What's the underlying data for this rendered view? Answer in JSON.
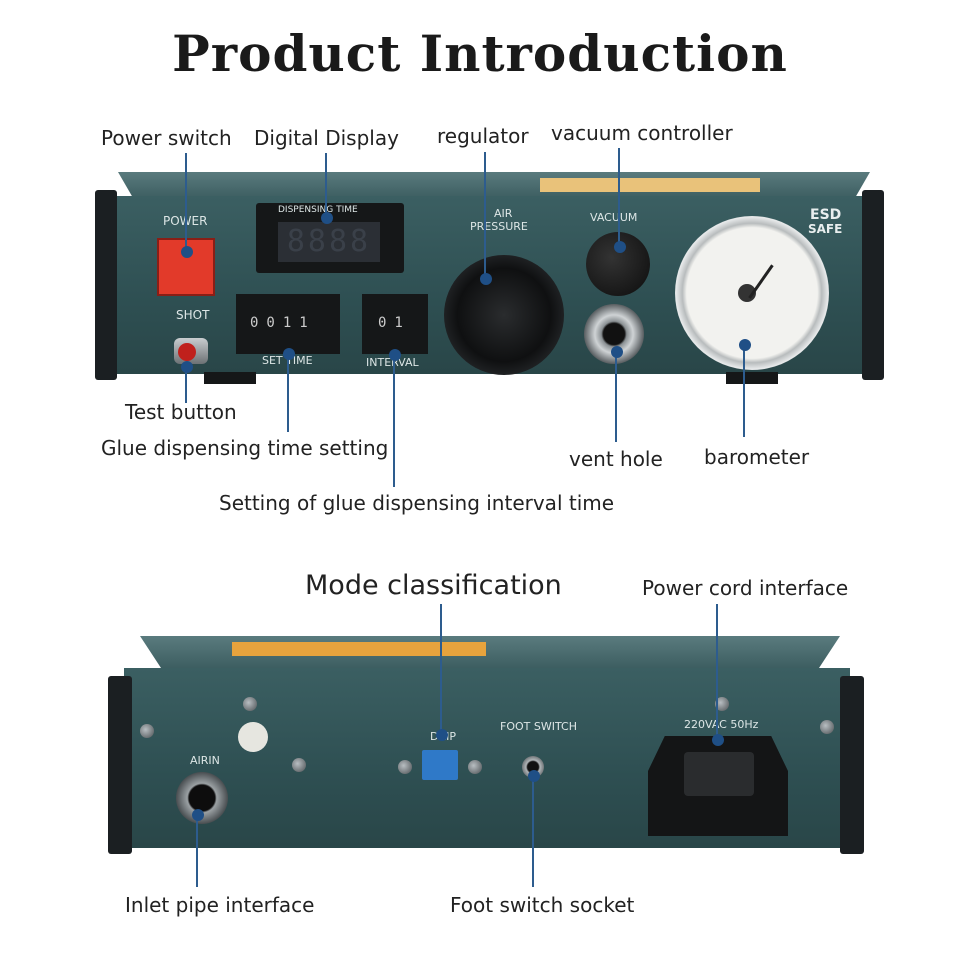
{
  "title": "Product Introduction",
  "front": {
    "labels": {
      "power_switch": "Power switch",
      "digital_display": "Digital Display",
      "regulator": "regulator",
      "vacuum_controller": "vacuum controller",
      "test_button": "Test button",
      "glue_time": "Glue dispensing time setting",
      "interval_time": "Setting of glue dispensing interval time",
      "vent_hole": "vent hole",
      "barometer": "barometer"
    },
    "panel_text": {
      "power": "POWER",
      "shot": "SHOT",
      "dispensing_time": "DISPENSING TIME",
      "display_digits": "8888",
      "set_time": "SET TIME",
      "set_digits": "0011",
      "interval": "INTERVAL",
      "interval_digits": "01",
      "air_pressure_1": "AIR",
      "air_pressure_2": "PRESSURE",
      "vacuum": "VACUUM",
      "esd_1": "ESD",
      "esd_2": "SAFE"
    }
  },
  "back": {
    "labels": {
      "mode": "Mode classification",
      "power_cord": "Power cord interface",
      "inlet": "Inlet pipe interface",
      "foot_socket": "Foot switch socket"
    },
    "panel_text": {
      "airin": "AIRIN",
      "drip": "DRIP",
      "foot_switch": "FOOT SWITCH",
      "voltage": "220VAC 50Hz"
    }
  },
  "colors": {
    "panel": "#2e4f52",
    "leader": "#2d5c8e",
    "power_button": "#e23a2a"
  }
}
